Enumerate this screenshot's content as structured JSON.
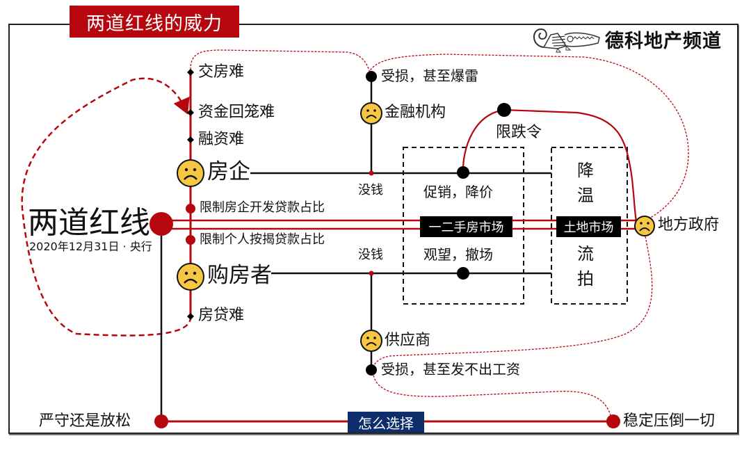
{
  "title": "两道红线的威力",
  "brand": {
    "name": "德科地产频道",
    "logo_icon": "crocodile-logo-icon"
  },
  "colors": {
    "red": "#b5070d",
    "black": "#111111",
    "navy": "#0d2d6b",
    "face": "#f7c744"
  },
  "origin": {
    "title": "两道红线",
    "subtitle": "2020年12月31日 · 央行"
  },
  "policies": [
    "限制房企开发贷款占比",
    "限制个人按揭贷款占比"
  ],
  "developer": {
    "label": "房企",
    "problems": [
      "交房难",
      "资金回笼难",
      "融资难"
    ],
    "effect": "没钱"
  },
  "buyer": {
    "label": "购房者",
    "problems": [
      "房贷难"
    ],
    "effect": "没钱"
  },
  "financial": {
    "label": "金融机构",
    "impact": "受损，甚至爆雷"
  },
  "supplier": {
    "label": "供应商",
    "impact": "受损，甚至发不出工资"
  },
  "housing_market": {
    "tag": "一二手房市场",
    "top": "促销，降价",
    "bottom": "观望，撤场"
  },
  "land_market": {
    "tag": "土地市场",
    "top": [
      "降",
      "温"
    ],
    "bottom": [
      "流",
      "拍"
    ]
  },
  "price_limit": "限跌令",
  "local_gov": {
    "label": "地方政府"
  },
  "bottom_line": {
    "left": "严守还是放松",
    "center": "怎么选择",
    "right": "稳定压倒一切"
  }
}
